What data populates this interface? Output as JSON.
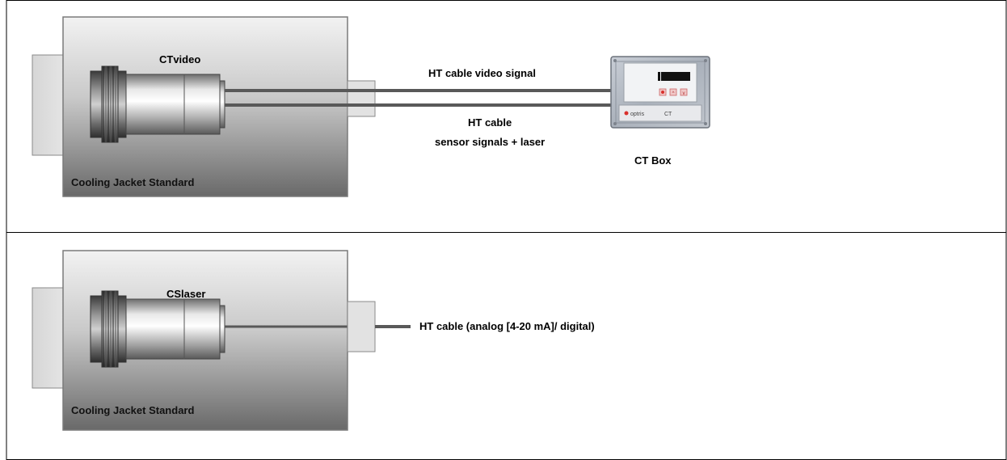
{
  "panels": [
    {
      "jacket_label": "Cooling Jacket Standard",
      "sensor_label": "CTvideo",
      "cable_top_label": "HT cable video signal",
      "cable_bottom_label_line1": "HT cable",
      "cable_bottom_label_line2": "sensor signals + laser",
      "box_label": "CT Box",
      "box_brand": "optris",
      "box_model": "CT"
    },
    {
      "jacket_label": "Cooling Jacket Standard",
      "sensor_label": "CSlaser",
      "cable_label": "HT cable (analog [4-20 mA]/ digital)"
    }
  ],
  "colors": {
    "border": "#000000",
    "jacket_light": "#efefef",
    "jacket_dark": "#6a6a6a",
    "cable": "#595959",
    "box_accent": "#d9302c"
  }
}
